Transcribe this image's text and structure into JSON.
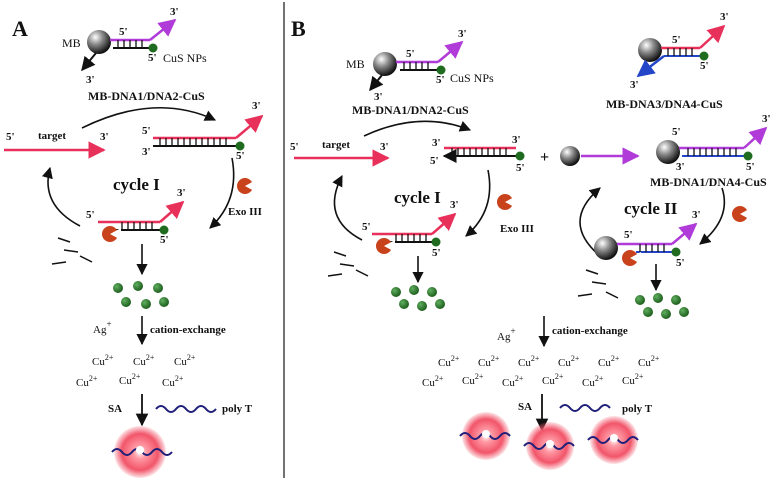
{
  "panels": {
    "a": {
      "label": "A",
      "mb_label": "MB",
      "cus_label": "CuS NPs",
      "probe_label": "MB-DNA1/DNA2-CuS",
      "target_label": "target",
      "cycle_label": "cycle I",
      "enzyme_label": "Exo III",
      "ag_label": "Ag",
      "ag_charge": "+",
      "exchange_label": "cation-exchange",
      "cu_ion": "Cu",
      "cu_charge": "2+",
      "sa_label": "SA",
      "polyt_label": "poly T",
      "five_prime": "5'",
      "three_prime": "3'"
    },
    "b": {
      "label": "B",
      "mb_label": "MB",
      "cus_label": "CuS NPs",
      "probe1_label": "MB-DNA1/DNA2-CuS",
      "probe2_label": "MB-DNA3/DNA4-CuS",
      "complex_label": "MB-DNA1/DNA4-CuS",
      "target_label": "target",
      "cycle1_label": "cycle I",
      "cycle2_label": "cycle II",
      "enzyme_label": "Exo III",
      "plus": "+",
      "ag_label": "Ag",
      "ag_charge": "+",
      "exchange_label": "cation-exchange",
      "cu_ion": "Cu",
      "cu_charge": "2+",
      "sa_label": "SA",
      "polyt_label": "poly T",
      "five_prime": "5'",
      "three_prime": "3'"
    }
  },
  "colors": {
    "target_red": "#e8315a",
    "strand_magenta": "#b03bd8",
    "strand_blue": "#2346c8",
    "cus_green": "#1f6b1f",
    "exo_orange": "#c8421c",
    "polyt_navy": "#20207a",
    "glow_pink": "#f06a7a"
  }
}
